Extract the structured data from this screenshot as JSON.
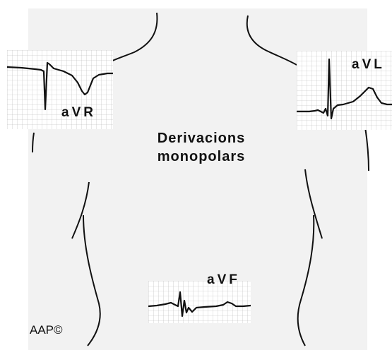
{
  "title": {
    "line1": "Derivacions",
    "line2": "monopolars"
  },
  "leads": [
    {
      "id": "avr",
      "label": "aVR"
    },
    {
      "id": "avl",
      "label": "aVL"
    },
    {
      "id": "avf",
      "label": "aVF"
    }
  ],
  "copyright": "AAP©",
  "colors": {
    "torso_fill": "#f2f2f2",
    "outline": "#111111",
    "grid": "#9a9a9a",
    "trace": "#111111"
  }
}
